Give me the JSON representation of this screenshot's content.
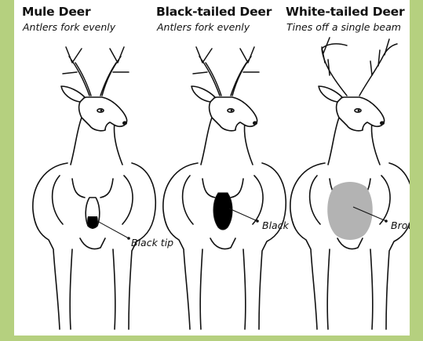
{
  "deer": [
    {
      "name": "Mule Deer",
      "antlers": "Antlers fork evenly",
      "callout": "Black tip"
    },
    {
      "name": "Black-tailed Deer",
      "antlers": "Antlers fork evenly",
      "callout": "Black"
    },
    {
      "name": "White-tailed Deer",
      "antlers": "Tines off a single beam",
      "callout": "Brown"
    }
  ],
  "colors": {
    "frame_border": "#b5d07f",
    "outline": "#111111",
    "black_tail": "#000000",
    "brown_patch": "#b3b3b3"
  }
}
